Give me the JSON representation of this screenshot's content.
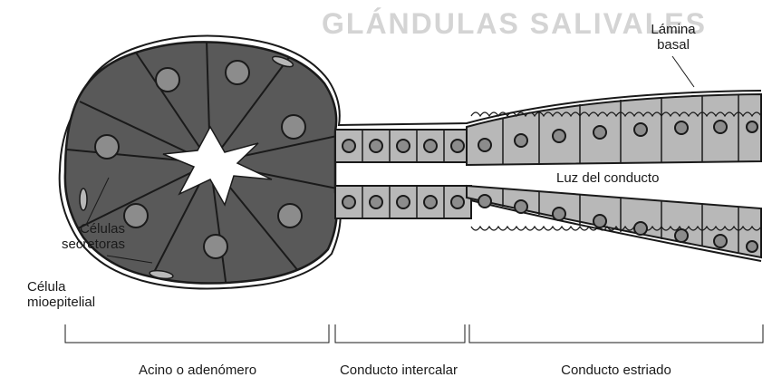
{
  "header": {
    "faded_title": "GLÁNDULAS SALIVALES"
  },
  "labels": {
    "lamina": {
      "line1": "Lámina",
      "line2": "basal"
    },
    "lumen": "Luz del conducto",
    "secretory": {
      "line1": "Células",
      "line2": "secretoras"
    },
    "myoepithelial": {
      "line1": "Célula",
      "line2": "mioepitelial"
    }
  },
  "regions": [
    {
      "label": "Acino o adenómero"
    },
    {
      "label": "Conducto intercalar"
    },
    {
      "label": "Conducto estriado"
    }
  ],
  "colors": {
    "secretory_cell": "#595959",
    "duct_cell": "#b8b8b8",
    "nucleus": "#8c8c8c",
    "outline": "#1a1a1a"
  }
}
